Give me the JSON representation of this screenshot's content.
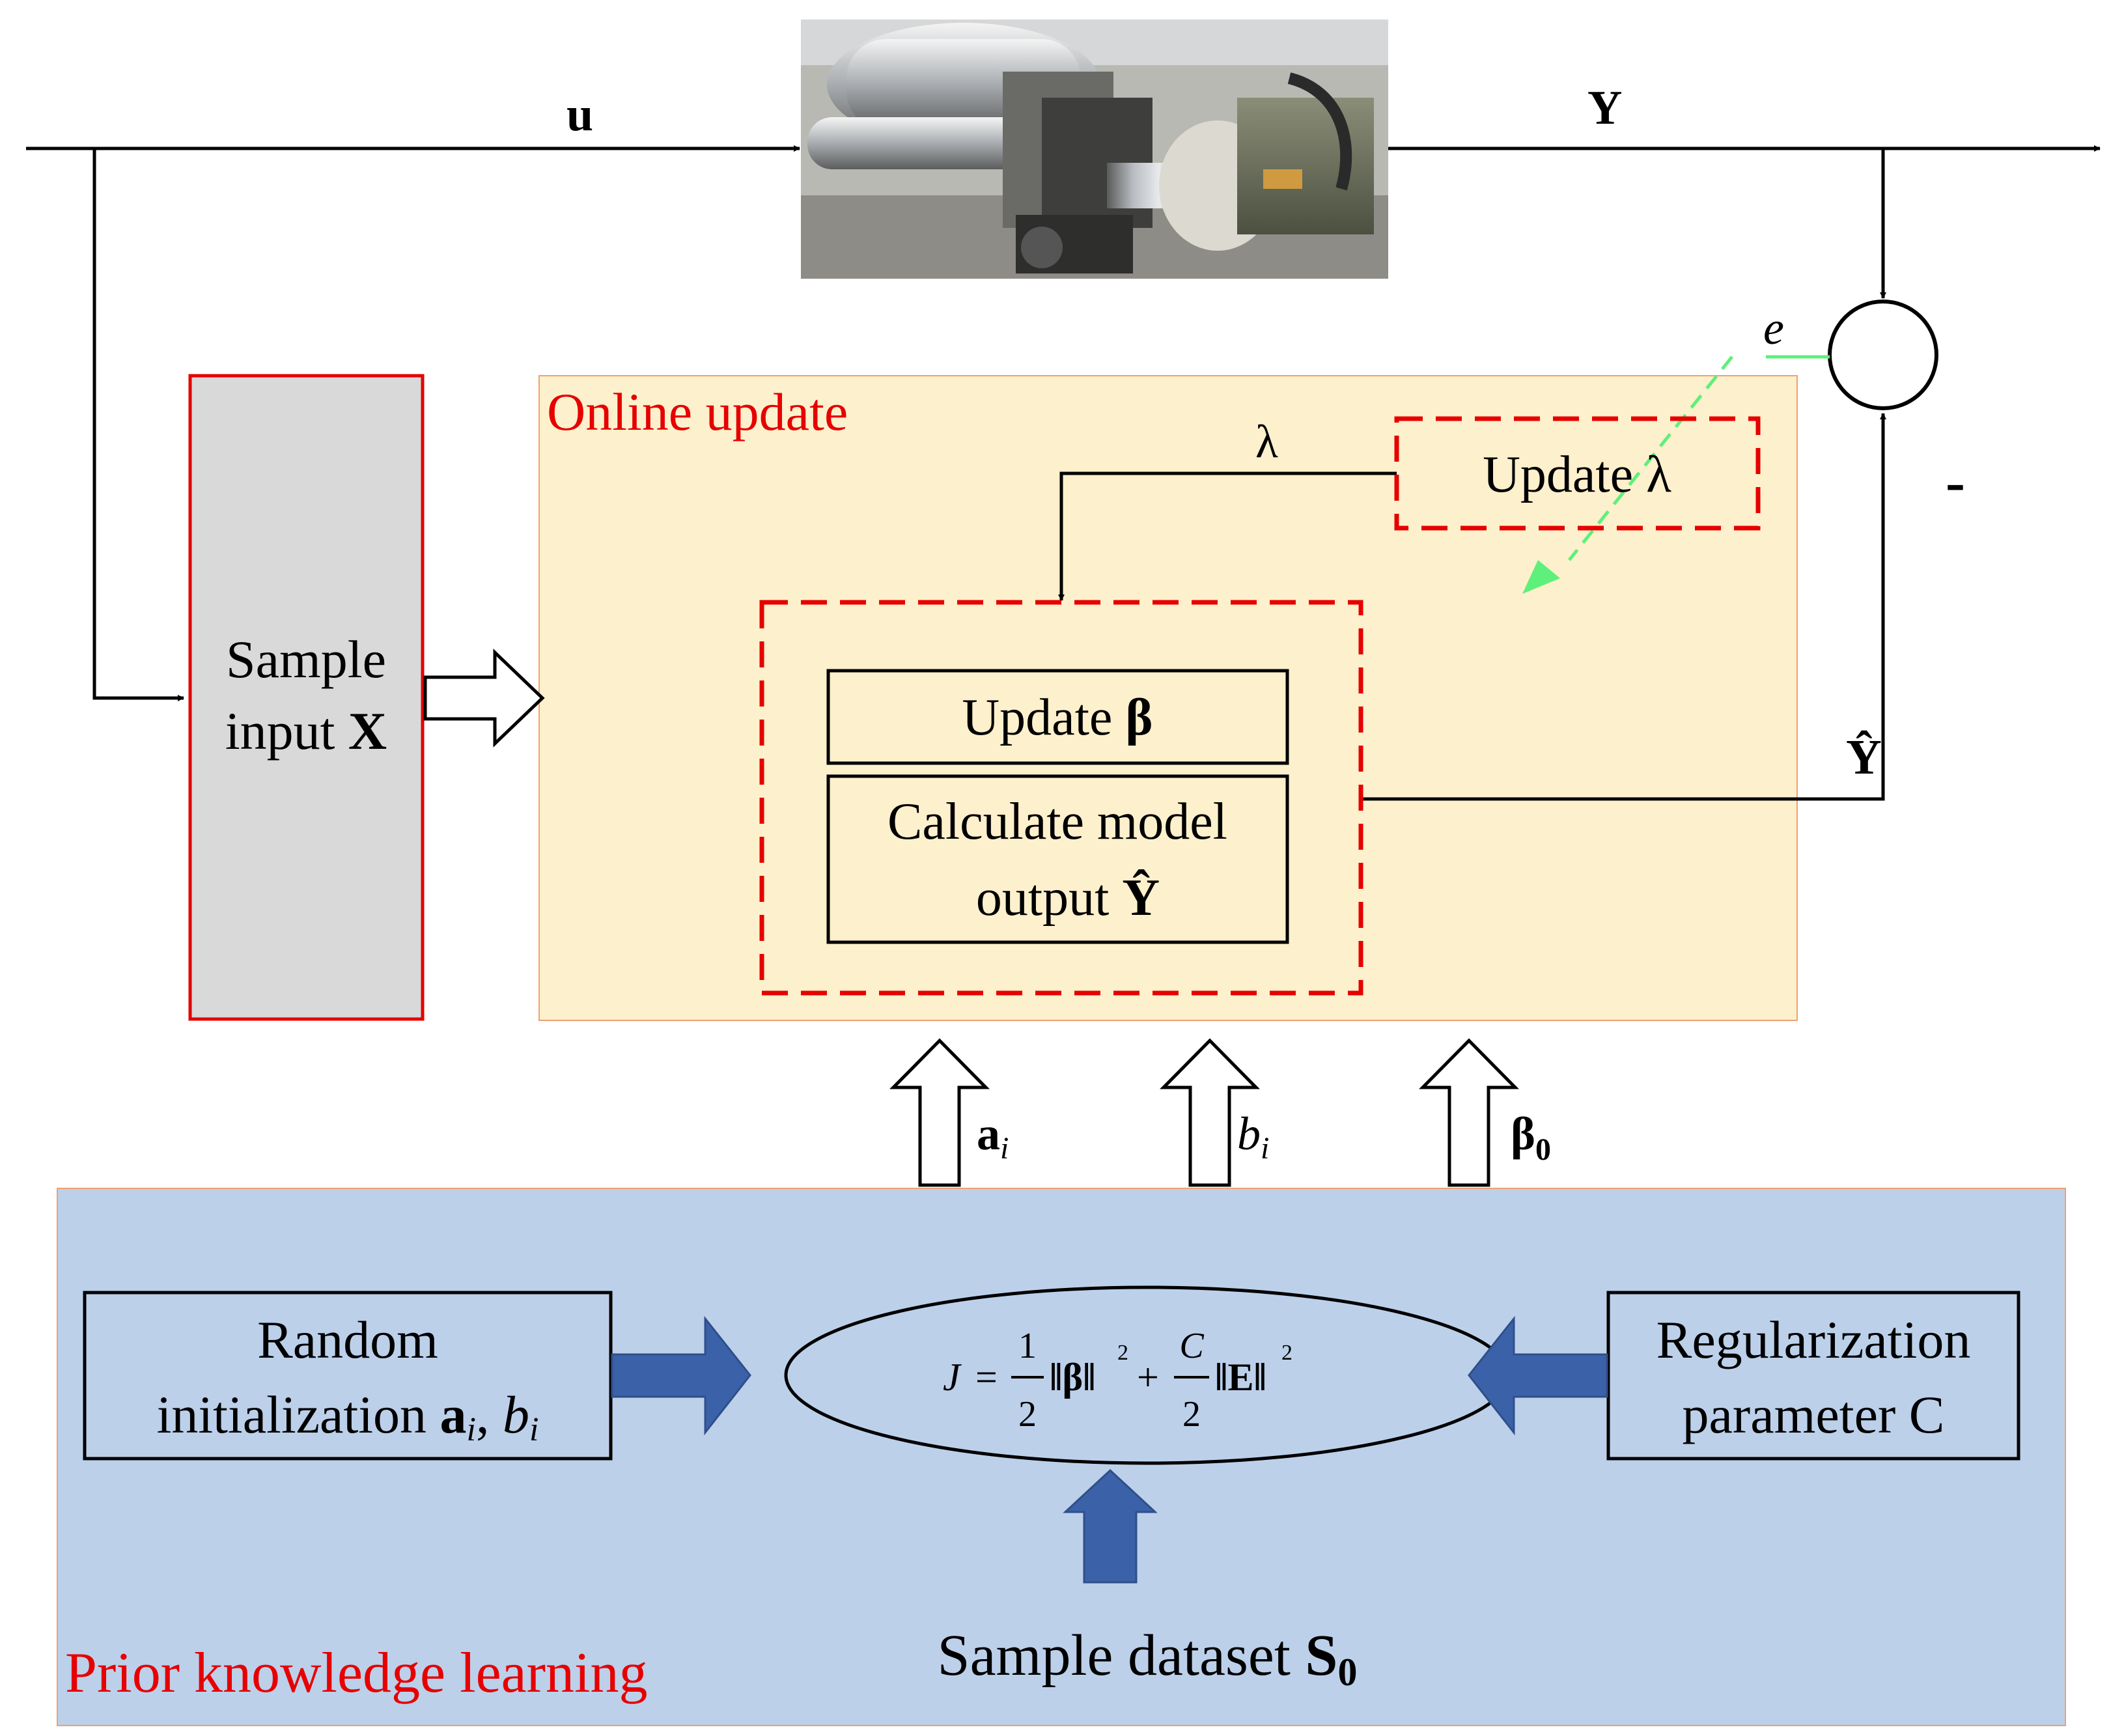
{
  "signals": {
    "u": "u",
    "Y": "Y",
    "e": "e",
    "lambda": "λ",
    "minus": "-",
    "y_hat": "Ŷ"
  },
  "sample_input": {
    "line1": "Sample",
    "line2_text": "input ",
    "line2_symbol": "X"
  },
  "online_update": {
    "title": "Online update",
    "update_lambda": "Update  λ",
    "update_beta_text": "Update  ",
    "update_beta_symbol": "β",
    "calc_line1": "Calculate model",
    "calc_line2_text": "output  ",
    "calc_line2_symbol": "Ŷ"
  },
  "parameters": {
    "a_i_base": "a",
    "a_i_sub": "i",
    "b_i_base": "b",
    "b_i_sub": "i",
    "beta0_base": "β",
    "beta0_sub": "0"
  },
  "prior": {
    "title": "Prior knowledge learning",
    "random_line1": "Random",
    "random_line2_text": "initialization ",
    "random_line2_a": "a",
    "random_line2_sub_i": "i",
    "random_line2_sep": ", ",
    "random_line2_b": "b",
    "random_line2_sub_i2": "i",
    "regularization_line1": "Regularization",
    "regularization_line2": "parameter C",
    "dataset_text": "Sample dataset ",
    "dataset_symbol": "S",
    "dataset_sub": "0"
  },
  "objective": {
    "lhs": "J",
    "eq": "=",
    "frac1_num": "1",
    "frac1_den": "2",
    "norm_beta": "‖β‖",
    "sq": "2",
    "plus": "+",
    "frac2_num": "C",
    "frac2_den": "2",
    "norm_e": "‖E‖",
    "sq2": "2"
  },
  "colors": {
    "online_bg": "#fdf0cc",
    "prior_bg": "#bcd0ea",
    "red_dash": "#e60000",
    "blue_arrow": "#3b62a8",
    "green_arrow": "#5ef07a",
    "sample_input_bg": "#d9d9d9"
  }
}
